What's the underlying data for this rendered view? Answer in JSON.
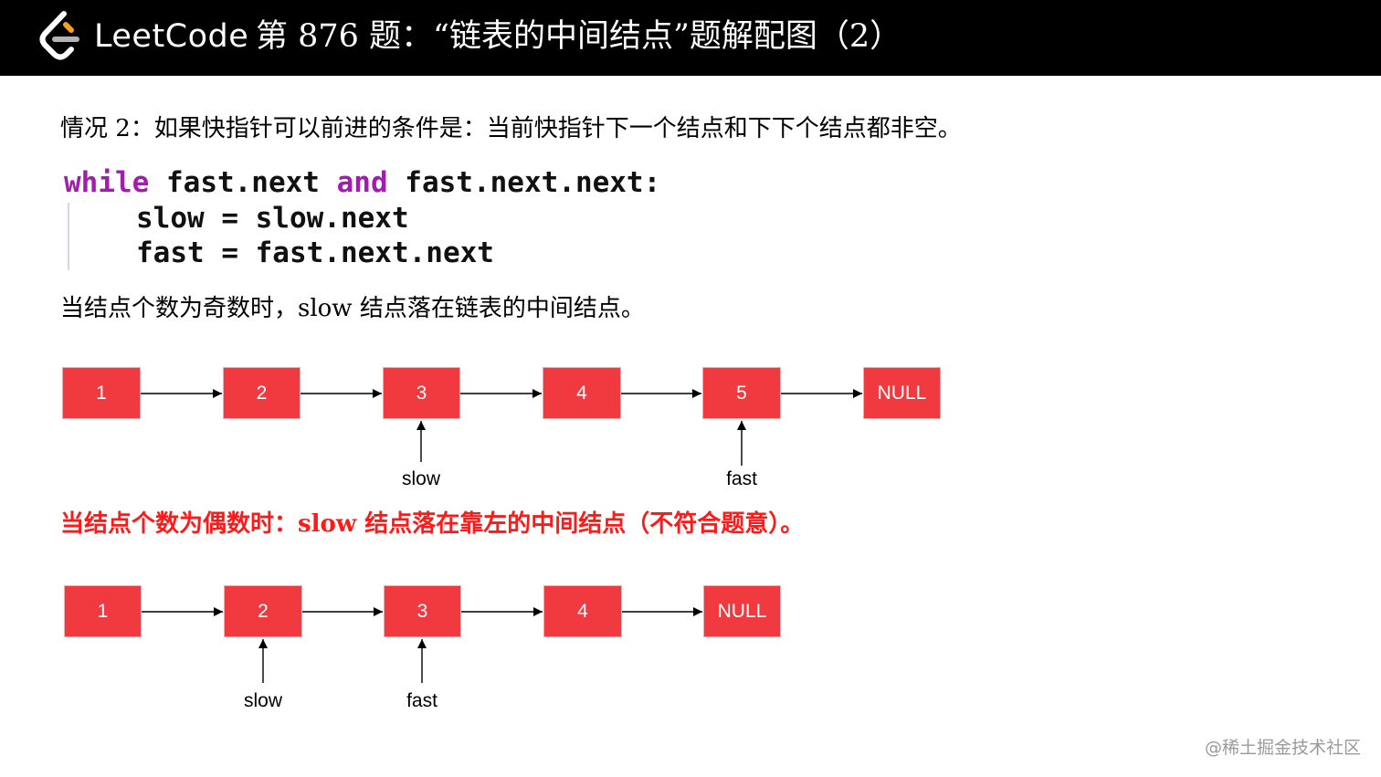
{
  "header": {
    "brand": "LeetCode",
    "title": "第 876 题：“链表的中间结点”题解配图（2）"
  },
  "intro": "情况 2：如果快指针可以前进的条件是：当前快指针下一个结点和下下个结点都非空。",
  "code": {
    "kw_while": "while",
    "cond_a": " fast.next ",
    "kw_and": "and",
    "cond_b": " fast.next.next:",
    "line2": "slow = slow.next",
    "line3": "fast = fast.next.next"
  },
  "odd_caption": "当结点个数为奇数时，slow 结点落在链表的中间结点。",
  "even_caption": "当结点个数为偶数时：slow 结点落在靠左的中间结点（不符合题意）。",
  "diagram_odd": {
    "nodes": [
      "1",
      "2",
      "3",
      "4",
      "5",
      "NULL"
    ],
    "slow_label": "slow",
    "fast_label": "fast"
  },
  "diagram_even": {
    "nodes": [
      "1",
      "2",
      "3",
      "4",
      "NULL"
    ],
    "slow_label": "slow",
    "fast_label": "fast"
  },
  "watermark": "@稀土掘金技术社区",
  "colors": {
    "node_fill": "#f03a3f",
    "header_bg": "#000000",
    "keyword": "#a21caf",
    "warning_text": "#ff1a1a"
  }
}
